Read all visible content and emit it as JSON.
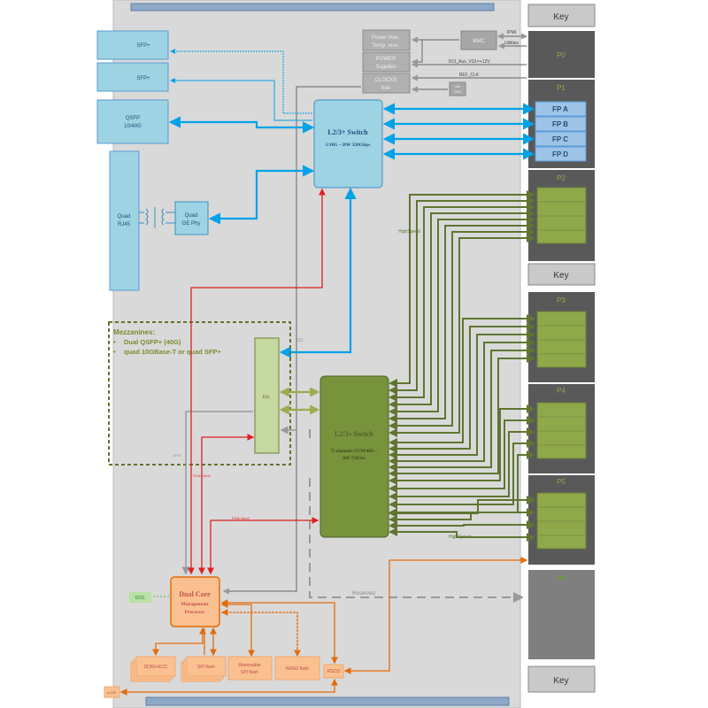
{
  "colors": {
    "board": "#d9d9d9",
    "blue_block": "#9dd3e3",
    "blue_link": "#00a2e8",
    "green_switch": "#77933c",
    "green_link": "#5f7530",
    "ext_block": "#c5d89e",
    "orange_block": "#fac090",
    "orange_link": "#e46c0a",
    "pcie": "#e02020",
    "grey_block": "#a6a6a6",
    "backplane": "#595959"
  },
  "ports": {
    "sfp1": "SFP+",
    "sfp2": "SFP+",
    "qsfp_l1": "QSFP",
    "qsfp_l2": "10/40G",
    "rj45_l1": "Quad",
    "rj45_l2": "RJ45",
    "phy_l1": "Quad",
    "phy_l2": "GE Phy"
  },
  "mgmt": {
    "pm_l1": "Power mon.",
    "pm_l2": "Temp. mon.",
    "ps_l1": "POWER",
    "ps_l2": "Supplies",
    "clk_l1": "CLOCKS",
    "clk_l2": "tree",
    "bmc": "BMC",
    "osc_l1": "Osc",
    "osc_l2": "25M",
    "ipmi": "IPMI",
    "utilities": "Utilities",
    "power_rail": "3V3_Aux, VS1=+12V",
    "ref_clk": "REF_CLK"
  },
  "switch1": {
    "title": "L2/3+ Switch",
    "subtitle": "1/10G – BW 320Gbps"
  },
  "switch2": {
    "title": "L2/3+ Switch",
    "sub1": "72 channels 1/5/10/40G –",
    "sub2": "BW 720Gbs"
  },
  "mezz": {
    "title": "Mezzanines:",
    "items": [
      "Dual QSFP+ (40G)",
      "quad 10GBase-T or quad SFP+"
    ],
    "ext": "Ext.",
    "i2c": "I2C"
  },
  "labels": {
    "gpio": "GPIO",
    "pcie1": "PCIe Gen2",
    "pcie2": "PCIe Gen2",
    "highspeed1": "HighSpeed",
    "highspeed2": "HighSpeed",
    "reserved": "Reserved"
  },
  "processor": {
    "l1": "Dual Core",
    "l2": "Management",
    "l3": "Processor"
  },
  "peripherals": {
    "dos": "DOS",
    "ddr": "DDR3+ECC",
    "spi": "SPI flash",
    "rem_l1": "Removable",
    "rem_l2": "SPI flash",
    "nand": "NAND flash",
    "rs232": "RS232",
    "usb": "uUSB"
  },
  "backplane": {
    "key1": "Key",
    "key2": "Key",
    "key3": "Key",
    "p0": "P0",
    "p1": "P1",
    "p2": "P2",
    "p3": "P3",
    "p4": "P4",
    "p5": "P5",
    "p6": "P6",
    "fp": [
      "FP A",
      "FP B",
      "FP C",
      "FP D"
    ]
  }
}
